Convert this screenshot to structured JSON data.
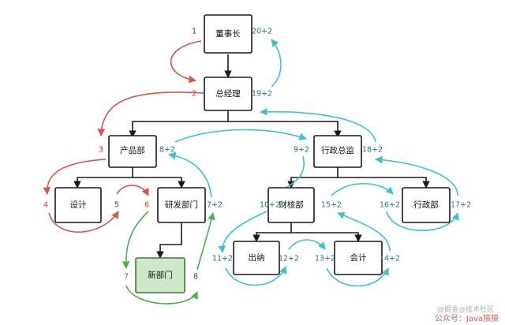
{
  "nodes": {
    "chairman": "董事长",
    "general_manager": "总经理",
    "product_dept": "产品部",
    "admin_director": "行政总监",
    "design": "设计",
    "rnd_dept": "研发部门",
    "finance_dept": "财核部",
    "admin_dept": "行政部",
    "new_dept": "新部门",
    "cashier": "出纳",
    "accounting": "会计"
  },
  "numbers": {
    "chairman_left": "1",
    "chairman_right": "20+2",
    "gm_left": "2",
    "gm_right": "19+2",
    "product_left": "3",
    "product_right": "8+2",
    "admin_director_left": "9+2",
    "admin_director_right": "18+2",
    "design_left": "4",
    "design_right": "5",
    "rnd_left": "6",
    "rnd_right": "7+2",
    "finance_left": "10+2",
    "finance_right": "15+2",
    "admin_dept_left": "16+2",
    "admin_dept_right": "17+2",
    "new_left": "7",
    "new_right": "8",
    "cashier_left": "11+2",
    "cashier_right": "12+2",
    "accounting_left": "13+2",
    "accounting_right": "14+2"
  },
  "colors": {
    "red": "#d9534f",
    "teal": "#3cc3cf",
    "green": "#4caf50",
    "new_node_fill": "#cde8c8"
  },
  "watermark": {
    "line1": "@掘金@技术社区",
    "line2": "公众号：Java猿猿"
  }
}
